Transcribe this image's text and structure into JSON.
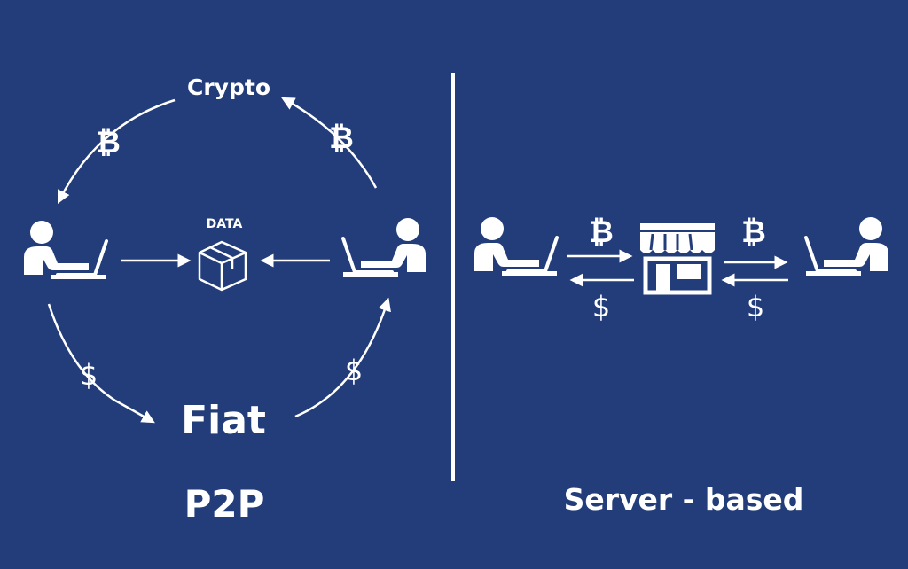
{
  "colors": {
    "background": "#223d7a",
    "foreground": "#ffffff"
  },
  "p2p": {
    "caption": "P2P",
    "crypto_label": "Crypto",
    "fiat_label": "Fiat",
    "data_label": "DATA",
    "crypto_symbol": "₿",
    "fiat_symbol": "$",
    "icons": [
      "person-laptop-icon",
      "box-icon",
      "bitcoin-icon",
      "dollar-icon"
    ]
  },
  "server": {
    "caption": "Server - based",
    "crypto_symbol": "₿",
    "fiat_symbol": "$",
    "icons": [
      "person-laptop-icon",
      "store-icon",
      "bitcoin-icon",
      "dollar-icon"
    ]
  }
}
